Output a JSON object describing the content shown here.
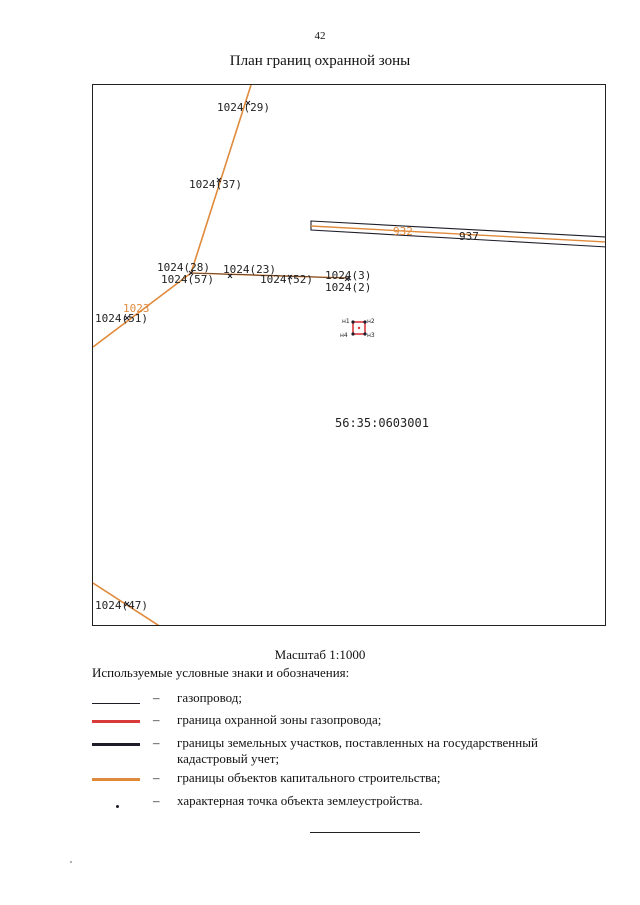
{
  "page_number": "42",
  "title": "План границ охранной зоны",
  "map": {
    "point_labels": {
      "p1024_29": "1024(29)",
      "p1024_37": "1024(37)",
      "p1024_28": "1024(28)",
      "p1024_23": "1024(23)",
      "p1024_57": "1024(57)",
      "p1024_52": "1024(52)",
      "p1024_3": "1024(3)",
      "p1024_2": "1024(2)",
      "p1024_51": "1024(51)",
      "p1024_47": "1024(47)"
    },
    "parcel_labels": {
      "l1023": "1023",
      "l932": "932",
      "l937": "937"
    },
    "cadastral_number": "56:35:0603001",
    "zone_points": {
      "n1": "н1",
      "n2": "н2",
      "n3": "н3",
      "n4": "н4"
    },
    "colors": {
      "orange": "#e08a3c",
      "red": "#d93a3a",
      "dark": "#1e1e2a"
    }
  },
  "scale": "Масштаб 1:1000",
  "legend": {
    "heading": "Используемые условные знаки и обозначения:",
    "dash": "–",
    "items": [
      {
        "text": "газопровод;",
        "color": "#1e1e2a"
      },
      {
        "text": "граница охранной зоны газопровода;",
        "color": "#d93a3a"
      },
      {
        "text": "границы земельных участков,  поставленных на государственный кадастровый учет;",
        "color": "#1e1e2a"
      },
      {
        "text": "границы объектов капитального строительства;",
        "color": "#e08a3c"
      },
      {
        "text": "характерная точка объекта землеустройства.",
        "color": "#1e1e2a"
      }
    ]
  }
}
